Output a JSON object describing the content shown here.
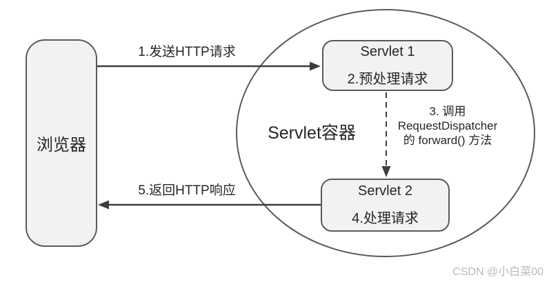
{
  "diagram": {
    "browser": {
      "label": "浏览器"
    },
    "container": {
      "label": "Servlet容器"
    },
    "servlet1": {
      "title": "Servlet 1",
      "subtitle": "2.预处理请求"
    },
    "servlet2": {
      "title": "Servlet 2",
      "subtitle": "4.处理请求"
    },
    "arrows": {
      "request": {
        "label": "1.发送HTTP请求"
      },
      "forward": {
        "label_lines": [
          "3. 调用",
          "RequestDispatcher",
          "的 forward() 方法"
        ]
      },
      "response": {
        "label": "5.返回HTTP响应"
      }
    },
    "watermark": "CSDN @小白菜00",
    "colors": {
      "line": "#3d3d3d",
      "border": "#595959",
      "fill": "#f2f2f2",
      "text": "#262626",
      "watermark": "#b9b9b9"
    }
  }
}
